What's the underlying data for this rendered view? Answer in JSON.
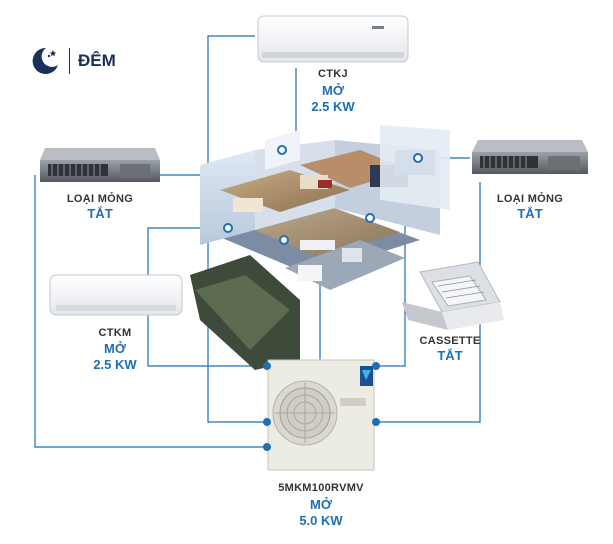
{
  "mode": {
    "icon": "moon-stars-icon",
    "label": "ĐÊM"
  },
  "units": {
    "ctkj": {
      "model": "CTKJ",
      "state": "MỞ",
      "power": "2.5 KW"
    },
    "duct_left": {
      "model": "LOẠI MỎNG",
      "state": "TẮT"
    },
    "duct_right": {
      "model": "LOẠI MỎNG",
      "state": "TẮT"
    },
    "ctkm": {
      "model": "CTKM",
      "state": "MỞ",
      "power": "2.5 KW"
    },
    "cassette": {
      "model": "CASSETTE",
      "state": "TẮT"
    },
    "outdoor": {
      "model": "5MKM100RVMV",
      "state": "MỞ",
      "power": "5.0 KW",
      "brand_logo": "daikin-logo-icon"
    }
  },
  "colors": {
    "line": "#1f6fb5",
    "accent_text": "#1f6fb5",
    "title": "#1b2f5a"
  }
}
